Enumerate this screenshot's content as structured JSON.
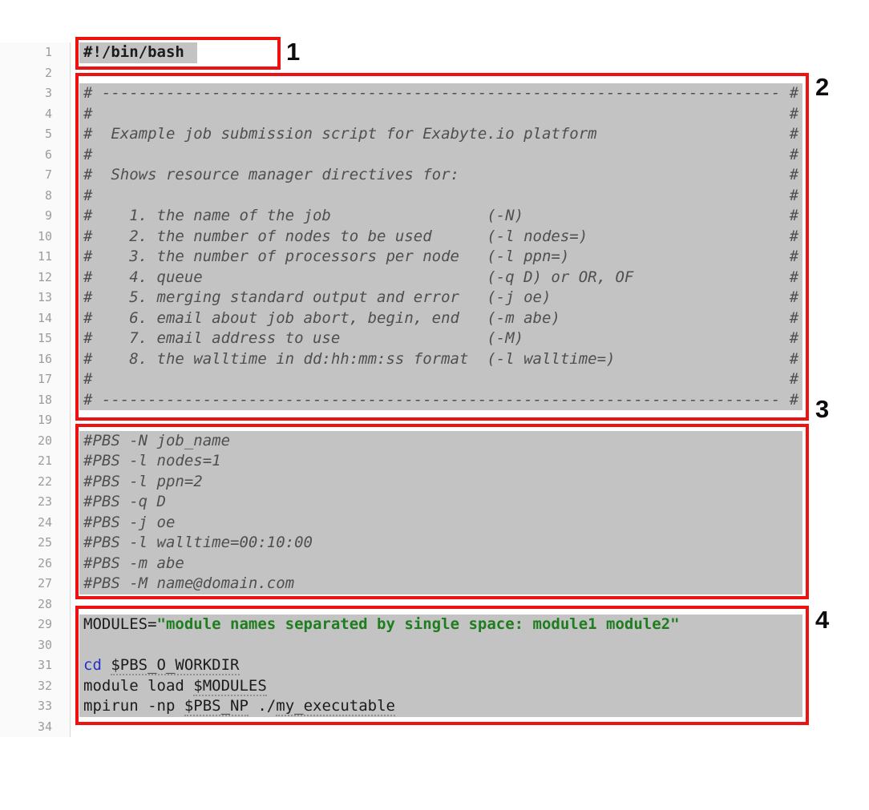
{
  "editor": {
    "comment_box": {
      "paren_col": 44,
      "hash_col": 77
    },
    "lines": [
      {
        "n": 1,
        "hl": "inline",
        "seg": [
          {
            "t": "#!/bin/bash",
            "c": "shebang"
          }
        ]
      },
      {
        "n": 2
      },
      {
        "n": 3,
        "hl": "block",
        "box": {
          "fill": true
        }
      },
      {
        "n": 4,
        "hl": "block",
        "box": {
          "left": "#"
        }
      },
      {
        "n": 5,
        "hl": "block",
        "box": {
          "left": "#  Example job submission script for Exabyte.io platform"
        }
      },
      {
        "n": 6,
        "hl": "block",
        "box": {
          "left": "#"
        }
      },
      {
        "n": 7,
        "hl": "block",
        "box": {
          "left": "#  Shows resource manager directives for:"
        }
      },
      {
        "n": 8,
        "hl": "block",
        "box": {
          "left": "#"
        }
      },
      {
        "n": 9,
        "hl": "block",
        "box": {
          "left": "#    1. the name of the job",
          "right": "(-N)"
        }
      },
      {
        "n": 10,
        "hl": "block",
        "box": {
          "left": "#    2. the number of nodes to be used",
          "right": "(-l nodes=)"
        }
      },
      {
        "n": 11,
        "hl": "block",
        "box": {
          "left": "#    3. the number of processors per node",
          "right": "(-l ppn=)"
        }
      },
      {
        "n": 12,
        "hl": "block",
        "box": {
          "left": "#    4. queue",
          "right": "(-q D) or OR, OF"
        }
      },
      {
        "n": 13,
        "hl": "block",
        "box": {
          "left": "#    5. merging standard output and error",
          "right": "(-j oe)"
        }
      },
      {
        "n": 14,
        "hl": "block",
        "box": {
          "left": "#    6. email about job abort, begin, end",
          "right": "(-m abe)"
        }
      },
      {
        "n": 15,
        "hl": "block",
        "box": {
          "left": "#    7. email address to use",
          "right": "(-M)"
        }
      },
      {
        "n": 16,
        "hl": "block",
        "box": {
          "left": "#    8. the walltime in dd:hh:mm:ss format",
          "right": "(-l walltime=)"
        }
      },
      {
        "n": 17,
        "hl": "block",
        "box": {
          "left": "#"
        }
      },
      {
        "n": 18,
        "hl": "block",
        "box": {
          "fill": true
        }
      },
      {
        "n": 19
      },
      {
        "n": 20,
        "hl": "block",
        "seg": [
          {
            "t": "#PBS -N job_name",
            "c": "comment"
          }
        ]
      },
      {
        "n": 21,
        "hl": "block",
        "seg": [
          {
            "t": "#PBS -l nodes=1",
            "c": "comment"
          }
        ]
      },
      {
        "n": 22,
        "hl": "block",
        "seg": [
          {
            "t": "#PBS -l ppn=2",
            "c": "comment"
          }
        ]
      },
      {
        "n": 23,
        "hl": "block",
        "seg": [
          {
            "t": "#PBS -q D",
            "c": "comment"
          }
        ]
      },
      {
        "n": 24,
        "hl": "block",
        "seg": [
          {
            "t": "#PBS -j oe",
            "c": "comment"
          }
        ]
      },
      {
        "n": 25,
        "hl": "block",
        "seg": [
          {
            "t": "#PBS -l walltime=00:10:00",
            "c": "comment"
          }
        ]
      },
      {
        "n": 26,
        "hl": "block",
        "seg": [
          {
            "t": "#PBS -m abe",
            "c": "comment"
          }
        ]
      },
      {
        "n": 27,
        "hl": "block",
        "seg": [
          {
            "t": "#PBS -M name@domain.com",
            "c": "comment"
          }
        ]
      },
      {
        "n": 28
      },
      {
        "n": 29,
        "hl": "block",
        "seg": [
          {
            "t": "MODULES=",
            "c": "plain"
          },
          {
            "t": "\"module names separated by single space: module1 module2\"",
            "c": "string"
          }
        ]
      },
      {
        "n": 30,
        "hl": "block"
      },
      {
        "n": 31,
        "hl": "block",
        "seg": [
          {
            "t": "cd",
            "c": "keyword"
          },
          {
            "t": " ",
            "c": "plain"
          },
          {
            "t": "$PBS_O_WORKDIR",
            "c": "var"
          }
        ]
      },
      {
        "n": 32,
        "hl": "block",
        "seg": [
          {
            "t": "module load ",
            "c": "plain"
          },
          {
            "t": "$MODULES",
            "c": "var"
          }
        ]
      },
      {
        "n": 33,
        "hl": "block",
        "seg": [
          {
            "t": "mpirun -np ",
            "c": "plain"
          },
          {
            "t": "$PBS_NP",
            "c": "var"
          },
          {
            "t": " ./",
            "c": "plain"
          },
          {
            "t": "my_executable",
            "c": "var"
          }
        ]
      },
      {
        "n": 34
      }
    ]
  },
  "annotations": [
    {
      "label": "1"
    },
    {
      "label": "2"
    },
    {
      "label": "3"
    },
    {
      "label": "4"
    }
  ],
  "colors": {
    "annotation_red": "#ee1111",
    "code_highlight_bg": "#c3c3c3",
    "string_green": "#1e7d1e",
    "keyword_blue": "#2431c4",
    "comment_gray": "#4f4f4f"
  }
}
